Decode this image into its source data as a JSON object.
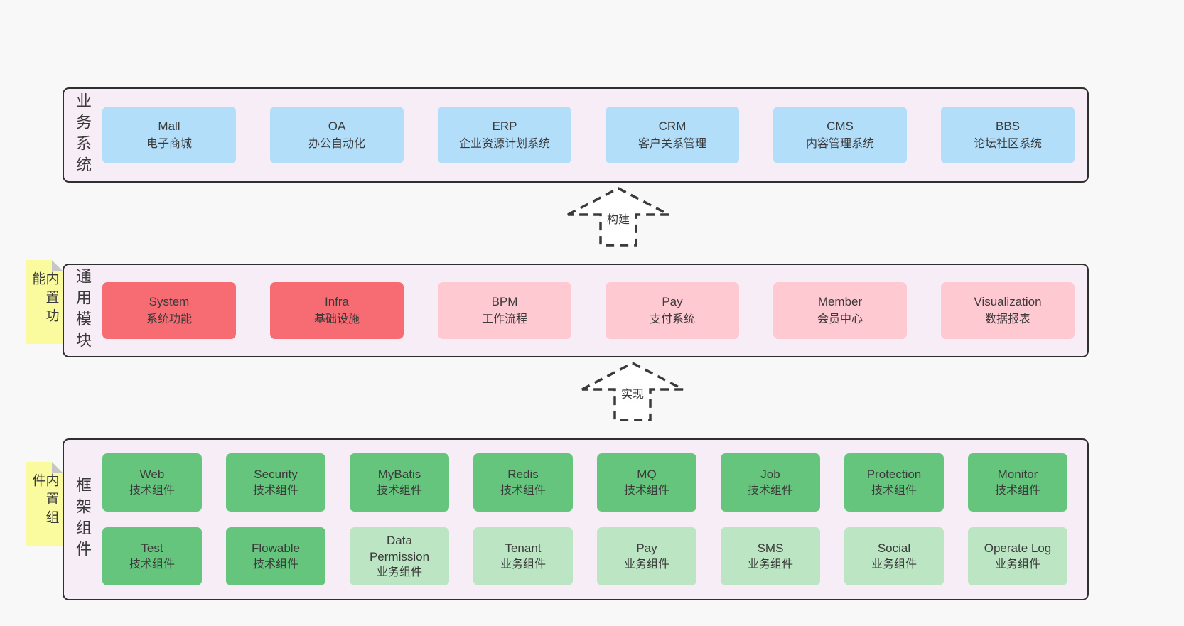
{
  "colors": {
    "page_bg": "#f8f8f8",
    "band_bg": "#f7edf6",
    "band_border": "#2f2f2f",
    "blue": "#b2defa",
    "red": "#f76b72",
    "pink": "#ffc9d2",
    "green": "#66c57d",
    "light_green": "#bce5c3",
    "note_yellow": "#fafa9e",
    "text": "#3a3a3a"
  },
  "bands": {
    "business": {
      "label": "业务系统",
      "boxes": [
        {
          "title": "Mall",
          "subtitle": "电子商城",
          "variant": "blue"
        },
        {
          "title": "OA",
          "subtitle": "办公自动化",
          "variant": "blue"
        },
        {
          "title": "ERP",
          "subtitle": "企业资源计划系统",
          "variant": "blue"
        },
        {
          "title": "CRM",
          "subtitle": "客户关系管理",
          "variant": "blue"
        },
        {
          "title": "CMS",
          "subtitle": "内容管理系统",
          "variant": "blue"
        },
        {
          "title": "BBS",
          "subtitle": "论坛社区系统",
          "variant": "blue"
        }
      ]
    },
    "modules": {
      "label": "通用模块",
      "note": "内置功能",
      "boxes": [
        {
          "title": "System",
          "subtitle": "系统功能",
          "variant": "red"
        },
        {
          "title": "Infra",
          "subtitle": "基础设施",
          "variant": "red"
        },
        {
          "title": "BPM",
          "subtitle": "工作流程",
          "variant": "pink"
        },
        {
          "title": "Pay",
          "subtitle": "支付系统",
          "variant": "pink"
        },
        {
          "title": "Member",
          "subtitle": "会员中心",
          "variant": "pink"
        },
        {
          "title": "Visualization",
          "subtitle": "数据报表",
          "variant": "pink"
        }
      ]
    },
    "framework": {
      "label": "框架组件",
      "note": "内置组件",
      "row1": [
        {
          "title": "Web",
          "subtitle": "技术组件",
          "variant": "green"
        },
        {
          "title": "Security",
          "subtitle": "技术组件",
          "variant": "green"
        },
        {
          "title": "MyBatis",
          "subtitle": "技术组件",
          "variant": "green"
        },
        {
          "title": "Redis",
          "subtitle": "技术组件",
          "variant": "green"
        },
        {
          "title": "MQ",
          "subtitle": "技术组件",
          "variant": "green"
        },
        {
          "title": "Job",
          "subtitle": "技术组件",
          "variant": "green"
        },
        {
          "title": "Protection",
          "subtitle": "技术组件",
          "variant": "green"
        },
        {
          "title": "Monitor",
          "subtitle": "技术组件",
          "variant": "green"
        }
      ],
      "row2": [
        {
          "title": "Test",
          "subtitle": "技术组件",
          "variant": "green"
        },
        {
          "title": "Flowable",
          "subtitle": "技术组件",
          "variant": "green"
        },
        {
          "title": "Data Permission",
          "subtitle": "业务组件",
          "variant": "lightgreen"
        },
        {
          "title": "Tenant",
          "subtitle": "业务组件",
          "variant": "lightgreen"
        },
        {
          "title": "Pay",
          "subtitle": "业务组件",
          "variant": "lightgreen"
        },
        {
          "title": "SMS",
          "subtitle": "业务组件",
          "variant": "lightgreen"
        },
        {
          "title": "Social",
          "subtitle": "业务组件",
          "variant": "lightgreen"
        },
        {
          "title": "Operate Log",
          "subtitle": "业务组件",
          "variant": "lightgreen"
        }
      ]
    }
  },
  "arrows": [
    {
      "label": "构建"
    },
    {
      "label": "实现"
    }
  ]
}
